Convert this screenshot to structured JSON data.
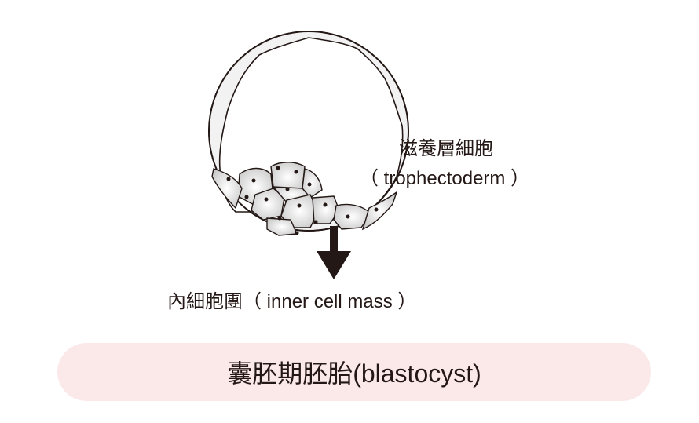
{
  "labels": {
    "trophectoderm_zh": "滋養層細胞",
    "trophectoderm_en": "（ trophectoderm ）",
    "inner_cell_mass": "內細胞團（ inner cell mass ）"
  },
  "title": "囊胚期胚胎(blastocyst)",
  "colors": {
    "pill": "#fbe9ea",
    "ink": "#231815"
  }
}
